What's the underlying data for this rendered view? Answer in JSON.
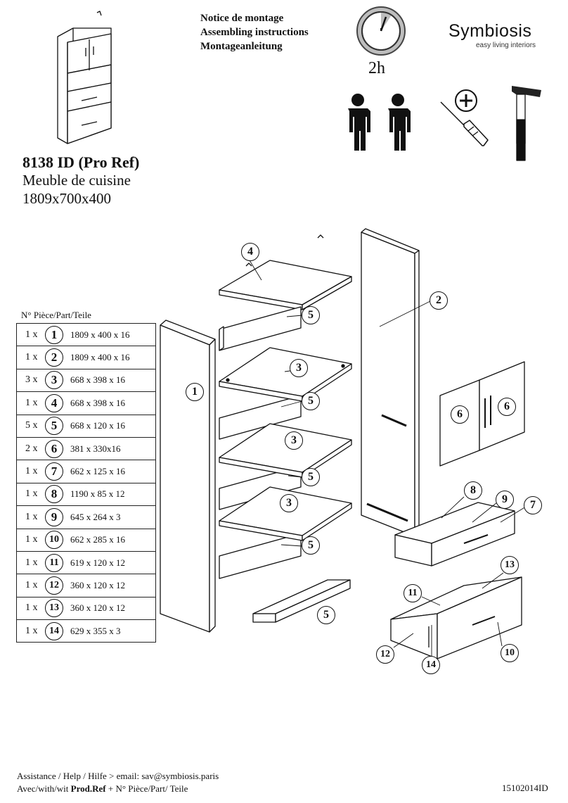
{
  "header": {
    "lines": [
      "Notice de montage",
      "Assembling instructions",
      "Montageanleitung"
    ],
    "time": "2h"
  },
  "brand": {
    "name": "Symbiosis",
    "tagline": "easy living interiors"
  },
  "product": {
    "ref": "8138 ID (Pro Ref)",
    "name": "Meuble de cuisine",
    "dimensions": "1809x700x400"
  },
  "icons": [
    "clock-icon",
    "two-people-icon",
    "phillips-screwdriver-icon",
    "hammer-icon"
  ],
  "parts": {
    "header": "N° Pièce/Part/Teile",
    "rows": [
      {
        "qty": "1 x",
        "num": "1",
        "dims": "1809 x 400 x 16"
      },
      {
        "qty": "1 x",
        "num": "2",
        "dims": "1809 x 400 x 16"
      },
      {
        "qty": "3 x",
        "num": "3",
        "dims": "668 x 398 x 16"
      },
      {
        "qty": "1 x",
        "num": "4",
        "dims": "668 x 398 x 16"
      },
      {
        "qty": "5 x",
        "num": "5",
        "dims": "668 x 120 x 16"
      },
      {
        "qty": "2 x",
        "num": "6",
        "dims": "381 x 330x16"
      },
      {
        "qty": "1 x",
        "num": "7",
        "dims": "662 x 125 x 16"
      },
      {
        "qty": "1 x",
        "num": "8",
        "dims": "1190 x 85 x 12"
      },
      {
        "qty": "1 x",
        "num": "9",
        "dims": "645 x 264 x 3"
      },
      {
        "qty": "1 x",
        "num": "10",
        "dims": "662 x 285 x 16"
      },
      {
        "qty": "1 x",
        "num": "11",
        "dims": "619 x 120  x 12"
      },
      {
        "qty": "1 x",
        "num": "12",
        "dims": "360 x 120 x 12"
      },
      {
        "qty": "1 x",
        "num": "13",
        "dims": "360 x 120 x 12"
      },
      {
        "qty": "1 x",
        "num": "14",
        "dims": "629 x 355 x 3"
      }
    ]
  },
  "diagram_labels": [
    "4",
    "5",
    "2",
    "3",
    "1",
    "5",
    "3",
    "5",
    "6",
    "6",
    "5",
    "3",
    "8",
    "9",
    "7",
    "5",
    "13",
    "11",
    "5",
    "12",
    "14",
    "10"
  ],
  "footer": {
    "line1": "Assistance / Help / Hilfe  > email: sav@symbiosis.paris",
    "line2_prefix": "Avec/with/wit ",
    "line2_bold": "Prod.Ref",
    "line2_suffix": " + N° Pièce/Part/ Teile",
    "code": "15102014ID"
  }
}
